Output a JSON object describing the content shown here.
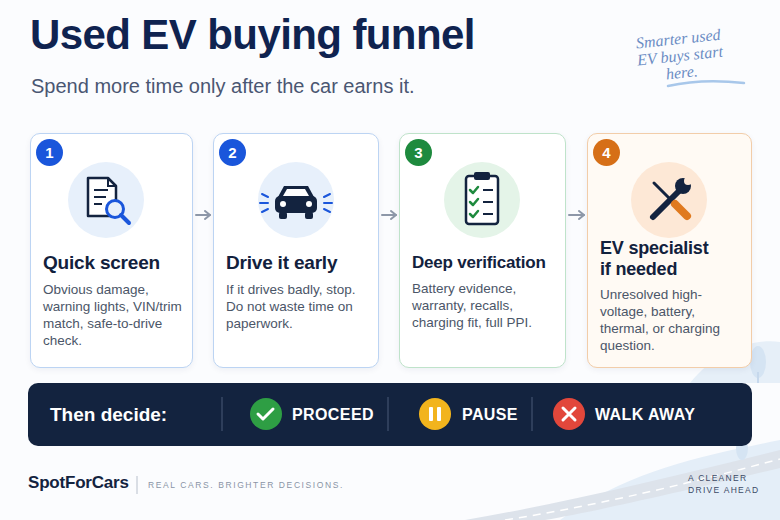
{
  "diagram": {
    "title": "Used EV buying funnel",
    "caption": "Spend more time only after the car earns it.",
    "nodes": [
      {
        "text": [
          "1",
          "Quick screen",
          "Obvious damage, warning lights, VIN/trim match, safe-to-drive check."
        ]
      },
      {
        "text": [
          "2",
          "Drive it early",
          "If it drives badly, stop. Do not waste time on paperwork."
        ]
      },
      {
        "text": [
          "3",
          "Deep verification",
          "Battery evidence, warranty, recalls, charging fit, full PPI."
        ]
      },
      {
        "text": [
          "4",
          "EV specialist if needed",
          "Unresolved high-voltage, battery, thermal, or charging question."
        ]
      },
      {
        "text": [
          "Then decide:",
          "PROCEED",
          "PAUSE",
          "WALK AWAY"
        ]
      }
    ],
    "edges": [
      {
        "from": 0,
        "to": 1,
        "arrow": "to"
      },
      {
        "from": 1,
        "to": 2,
        "arrow": "to"
      },
      {
        "from": 2,
        "to": 3,
        "arrow": "to"
      }
    ],
    "labels": [
      "Smarter used EV buys start here.",
      "SpotForCars",
      "REAL CARS. BRIGHTER DECISIONS.",
      "A CLEANER DRIVE AHEAD"
    ]
  }
}
